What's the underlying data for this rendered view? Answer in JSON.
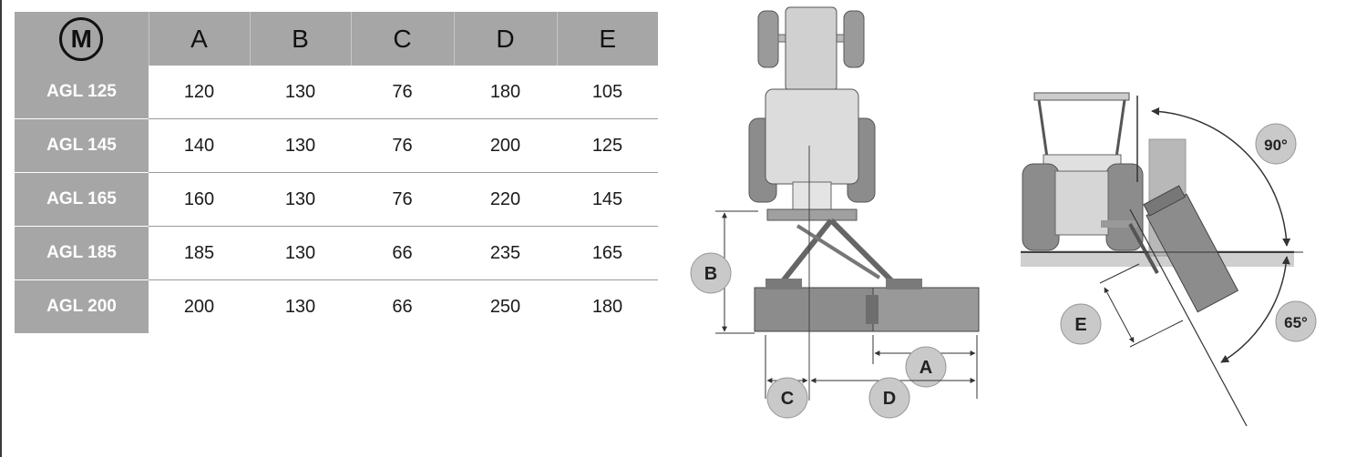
{
  "table": {
    "model_symbol": "M",
    "headers": [
      "A",
      "B",
      "C",
      "D",
      "E"
    ],
    "rows": [
      {
        "model": "AGL 125",
        "values": [
          "120",
          "130",
          "76",
          "180",
          "105"
        ]
      },
      {
        "model": "AGL 145",
        "values": [
          "140",
          "130",
          "76",
          "200",
          "125"
        ]
      },
      {
        "model": "AGL 165",
        "values": [
          "160",
          "130",
          "76",
          "220",
          "145"
        ]
      },
      {
        "model": "AGL 185",
        "values": [
          "185",
          "130",
          "66",
          "235",
          "165"
        ]
      },
      {
        "model": "AGL 200",
        "values": [
          "200",
          "130",
          "66",
          "250",
          "180"
        ]
      }
    ]
  },
  "diagram": {
    "labels": {
      "a": "A",
      "b": "B",
      "c": "C",
      "d": "D",
      "e": "E"
    },
    "angles": {
      "upper": "90°",
      "lower": "65°"
    }
  },
  "colors": {
    "header_bg": "#a6a6a6",
    "badge_bg": "#c9c9c9",
    "machine_gray": "#8c8c8c"
  }
}
